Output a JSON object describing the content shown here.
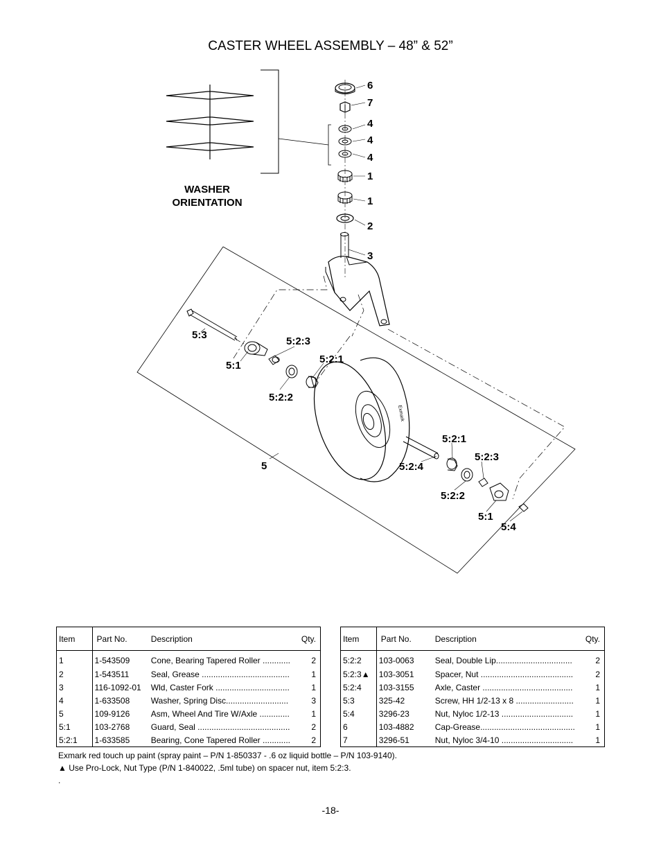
{
  "title": "CASTER WHEEL ASSEMBLY – 48” & 52”",
  "diagram": {
    "washer_label_line1": "WASHER",
    "washer_label_line2": "ORIENTATION",
    "callouts": {
      "c6": "6",
      "c7": "7",
      "c4a": "4",
      "c4b": "4",
      "c4c": "4",
      "c1a": "1",
      "c1b": "1",
      "c2": "2",
      "c3": "3",
      "c53": "5:3",
      "c51a": "5:1",
      "c523a": "5:2:3",
      "c521a": "5:2:1",
      "c522a": "5:2:2",
      "c5": "5",
      "c524": "5:2:4",
      "c521b": "5:2:1",
      "c523b": "5:2:3",
      "c522b": "5:2:2",
      "c51b": "5:1",
      "c54": "5:4"
    },
    "tire_brand": "Exmark"
  },
  "tables": {
    "left": {
      "headers": {
        "item": "Item",
        "part": "Part No.",
        "desc": "Description",
        "qty": "Qty."
      },
      "rows": [
        {
          "item": "1",
          "part": "1-543509",
          "desc": "Cone, Bearing Tapered Roller ............",
          "qty": "2"
        },
        {
          "item": "2",
          "part": "1-543511",
          "desc": "Seal, Grease ......................................",
          "qty": "1"
        },
        {
          "item": "3",
          "part": "116-1092-01",
          "desc": "Wld, Caster Fork ................................",
          "qty": "1"
        },
        {
          "item": "4",
          "part": "1-633508",
          "desc": "Washer, Spring Disc...........................",
          "qty": "3"
        },
        {
          "item": "5",
          "part": "109-9126",
          "desc": "Asm, Wheel And Tire W/Axle .............",
          "qty": "1"
        },
        {
          "item": "5:1",
          "part": "103-2768",
          "desc": "Guard, Seal ........................................",
          "qty": "2"
        },
        {
          "item": "5:2:1",
          "part": "1-633585",
          "desc": "Bearing, Cone Tapered Roller ............",
          "qty": "2"
        }
      ]
    },
    "right": {
      "headers": {
        "item": "Item",
        "part": "Part No.",
        "desc": "Description",
        "qty": "Qty."
      },
      "rows": [
        {
          "item": "5:2:2",
          "part": "103-0063",
          "desc": "Seal, Double Lip.................................",
          "qty": "2"
        },
        {
          "item": "5:2:3▲",
          "part": "103-3051",
          "desc": "Spacer, Nut ........................................",
          "qty": "2"
        },
        {
          "item": "5:2:4",
          "part": "103-3155",
          "desc": "Axle, Caster .......................................",
          "qty": "1"
        },
        {
          "item": "5:3",
          "part": "325-42",
          "desc": "Screw, HH 1/2-13 x 8 .........................",
          "qty": "1"
        },
        {
          "item": "5:4",
          "part": "3296-23",
          "desc": "Nut, Nyloc 1/2-13 ...............................",
          "qty": "1"
        },
        {
          "item": "6",
          "part": "103-4882",
          "desc": "Cap-Grease.........................................",
          "qty": "1"
        },
        {
          "item": "7",
          "part": "3296-51",
          "desc": "Nut, Nyloc 3/4-10 ...............................",
          "qty": "1"
        }
      ]
    }
  },
  "notes": {
    "line1": "Exmark red touch up paint (spray paint – P/N 1-850337 - .6 oz liquid bottle – P/N 103-9140).",
    "line2": "▲  Use Pro-Lock, Nut Type (P/N 1-840022, .5ml tube) on spacer nut, item 5:2:3.",
    "line3": "."
  },
  "page_number": "-18-"
}
